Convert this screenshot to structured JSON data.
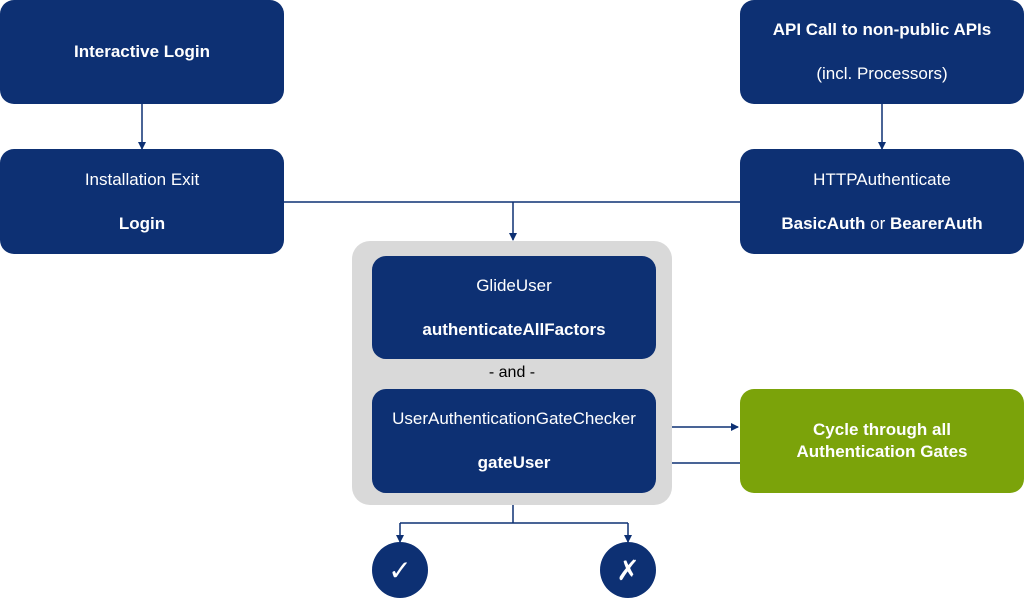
{
  "interactive_login": {
    "title": "Interactive Login"
  },
  "api_call": {
    "line1": "API Call to non-public APIs",
    "line2": "(incl. Processors)"
  },
  "installation_exit": {
    "line1": "Installation Exit",
    "line2": "Login"
  },
  "http_authenticate": {
    "line1": "HTTPAuthenticate",
    "part_a": "BasicAuth",
    "part_or": " or ",
    "part_b": "BearerAuth"
  },
  "glide_user": {
    "line1": "GlideUser",
    "line2": "authenticateAllFactors"
  },
  "and_separator": "- and -",
  "gate_checker": {
    "line1": "UserAuthenticationGateChecker",
    "line2": "gateUser"
  },
  "cycle_gates": {
    "line1": "Cycle through all",
    "line2": "Authentication Gates"
  },
  "outcomes": {
    "success_glyph": "✓",
    "failure_glyph": "✗"
  },
  "colors": {
    "navy": "#0d3073",
    "green": "#7ba30a",
    "panel": "#d9d9d9",
    "line": "#0d3073"
  }
}
